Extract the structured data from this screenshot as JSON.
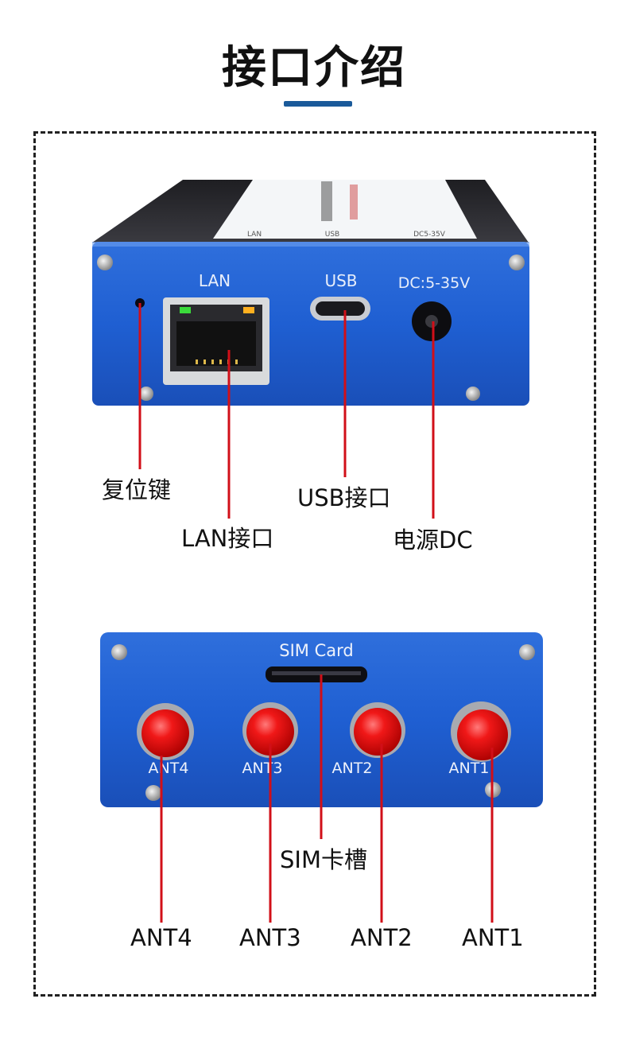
{
  "title": "接口介绍",
  "accent_color": "#1a5a9a",
  "top_device": {
    "sticker_labels": [
      "LAN",
      "USB",
      "DC5-35V"
    ],
    "port_labels": {
      "lan": "LAN",
      "usb": "USB",
      "dc": "DC:5-35V"
    },
    "callouts": {
      "reset": "复位键",
      "lan": "LAN接口",
      "usb": "USB接口",
      "power": "电源DC"
    }
  },
  "bottom_device": {
    "sim_label": "SIM Card",
    "antenna_labels": [
      "ANT4",
      "ANT3",
      "ANT2",
      "ANT1"
    ],
    "callouts": {
      "sim": "SIM卡槽",
      "ant4": "ANT4",
      "ant3": "ANT3",
      "ant2": "ANT2",
      "ant1": "ANT1"
    }
  }
}
